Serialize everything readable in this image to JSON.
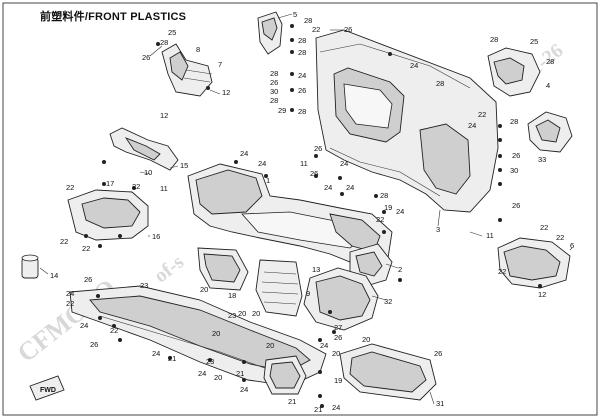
{
  "title": {
    "cn": "前塑料件",
    "en": "/FRONT PLASTICS"
  },
  "watermarks": [
    "CFMOTO",
    "of-s",
    "1-26"
  ],
  "arrow_label": "FWD",
  "callouts": {
    "c5": "5",
    "c28a": "28",
    "c22a": "22",
    "c26a": "26",
    "c28b": "28",
    "c28c": "28",
    "c25a": "25",
    "c28d": "28",
    "c8": "8",
    "c26b": "26",
    "c7": "7",
    "c12a": "12",
    "c12b": "12",
    "c28e": "28",
    "c26c": "26",
    "c28f": "28",
    "c24a": "24",
    "c26d": "26",
    "c30a": "30",
    "c24b": "24",
    "c28g": "28",
    "c29": "29",
    "c28h": "28",
    "c22b": "22",
    "c24c": "24",
    "c28i": "28",
    "c25b": "25",
    "c28j": "28",
    "c4": "4",
    "c33": "33",
    "c26e": "26",
    "c28k": "28",
    "c30b": "30",
    "c3": "3",
    "c26f": "26",
    "c11a": "11",
    "c15": "15",
    "c10": "10",
    "c11b": "11",
    "c17": "17",
    "c22c": "22",
    "c22d": "22",
    "c22e": "22",
    "c16": "16",
    "c22f": "22",
    "c24d": "24",
    "c24e": "24",
    "c11c": "11",
    "c26g": "26",
    "c24f": "24",
    "c1": "1",
    "c26h": "26",
    "c24g": "24",
    "c24h": "24",
    "c28l": "28",
    "c19": "19",
    "c22g": "22",
    "c2": "2",
    "c24i": "24",
    "c22h": "22",
    "c6": "6",
    "c12c": "12",
    "c22i": "22",
    "c14": "14",
    "c26i": "26",
    "c24j": "24",
    "c23a": "23",
    "c20a": "20",
    "c18": "18",
    "c13": "13",
    "c9": "9",
    "c20b": "20",
    "c32": "32",
    "c22j": "22",
    "c24k": "24",
    "c22k": "22",
    "c26j": "26",
    "c23b": "23",
    "c20c": "20",
    "c27": "27",
    "c26k": "26",
    "c24l": "24",
    "c20d": "20",
    "c20e": "20",
    "c20f": "20",
    "c24m": "24",
    "c21a": "21",
    "c23c": "23",
    "c24n": "24",
    "c20g": "20",
    "c21b": "21",
    "c24o": "24",
    "c21c": "21",
    "c20h": "20",
    "c21d": "21",
    "c19b": "19",
    "c31": "31",
    "c26l": "26",
    "c22l": "22",
    "c24p": "24"
  }
}
